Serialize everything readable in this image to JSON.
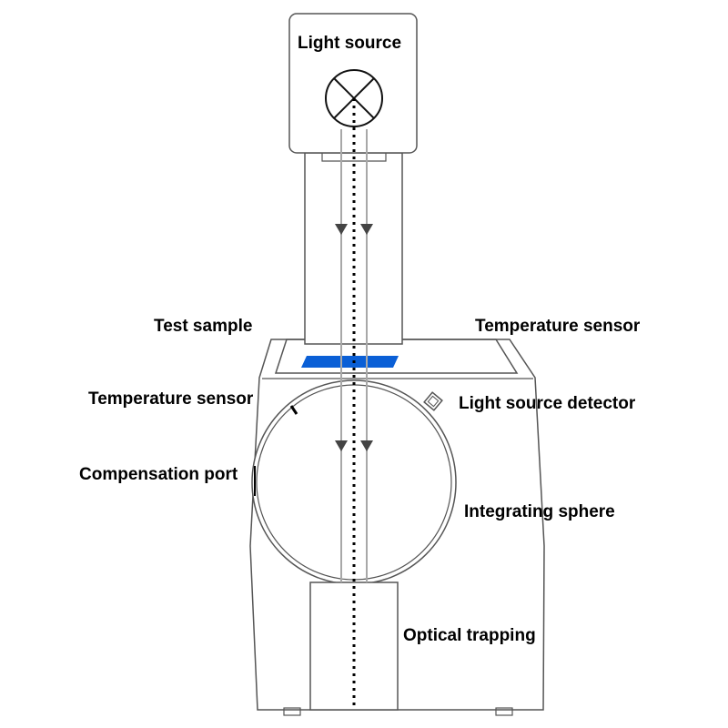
{
  "labels": {
    "light_source": "Light source",
    "test_sample": "Test sample",
    "temperature_sensor_right": "Temperature sensor",
    "temperature_sensor_left": "Temperature sensor",
    "light_source_detector": "Light source detector",
    "compensation_port": "Compensation port",
    "integrating_sphere": "Integrating sphere",
    "optical_trapping": "Optical trapping"
  },
  "colors": {
    "sample": "#0a5fd6",
    "outline": "#555555",
    "beam": "#a8a8a8",
    "arrow": "#444444",
    "axis": "#000000"
  }
}
